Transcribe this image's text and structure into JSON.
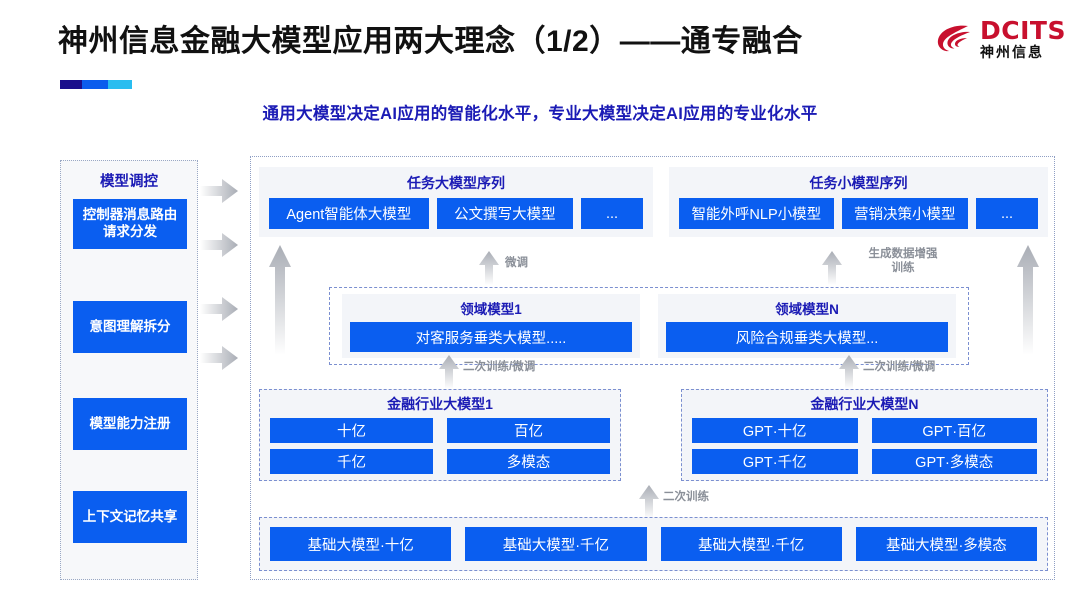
{
  "header": {
    "title": "神州信息金融大模型应用两大理念（1/2）——通专融合",
    "subtitle": "通用大模型决定AI应用的智能化水平，专业大模型决定AI应用的专业化水平",
    "accent_colors": [
      "#1a0f8c",
      "#0b5ded",
      "#29bdf0"
    ],
    "logo": {
      "en": "DCITS",
      "cn": "神州信息",
      "mark_color": "#c8102e"
    }
  },
  "colors": {
    "brand_blue": "#0a5ef0",
    "title_blue": "#1b1bb5",
    "panel_gray": "#f3f5f9",
    "arrow_gray": "#b9bcc2",
    "dashed_border": "#7b8fd0"
  },
  "left_panel": {
    "title": "模型调控",
    "items": [
      {
        "label": "控制器消息路由请求分发"
      },
      {
        "label": "意图理解拆分"
      },
      {
        "label": "模型能力注册"
      },
      {
        "label": "上下文记忆共享"
      }
    ]
  },
  "diagram": {
    "task_panels": [
      {
        "title": "任务大模型序列",
        "chips": [
          "Agent智能体大模型",
          "公文撰写大模型",
          "..."
        ]
      },
      {
        "title": "任务小模型序列",
        "chips": [
          "智能外呼NLP小模型",
          "营销决策小模型",
          "..."
        ]
      }
    ],
    "domain_models": [
      {
        "title": "领域模型1",
        "item": "对客服务垂类大模型....."
      },
      {
        "title": "领域模型N",
        "item": "风险合规垂类大模型..."
      }
    ],
    "industry_models": [
      {
        "title": "金融行业大模型1",
        "cells": [
          "十亿",
          "百亿",
          "千亿",
          "多模态"
        ]
      },
      {
        "title": "金融行业大模型N",
        "cells": [
          "GPT·十亿",
          "GPT·百亿",
          "GPT·千亿",
          "GPT·多模态"
        ]
      }
    ],
    "base_models": [
      "基础大模型·十亿",
      "基础大模型·千亿",
      "基础大模型·千亿",
      "基础大模型·多模态"
    ],
    "flow_labels": {
      "finetune": "微调",
      "data_aug": "生成数据增强\n训练",
      "retrain_finetune_left": "二次训练/微调",
      "retrain_finetune_right": "二次训练/微调",
      "retrain": "二次训练"
    }
  }
}
